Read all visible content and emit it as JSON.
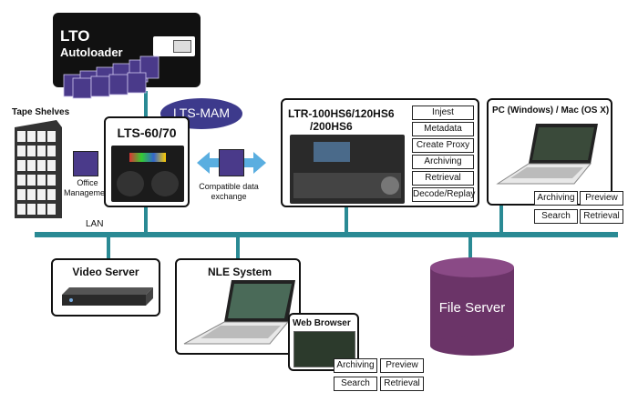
{
  "lto": {
    "title_line1": "LTO",
    "title_line2": "Autoloader"
  },
  "lts_mam": "LTS-MAM",
  "tape_shelves": "Tape Shelves",
  "office": {
    "line1": "Office",
    "line2": "Management"
  },
  "lts": {
    "title": "LTS-60/70"
  },
  "exchange": {
    "line1": "Compatible data",
    "line2": "exchange"
  },
  "ltr": {
    "title_line1": "LTR-100HS6/120HS6",
    "title_line2": "/200HS6",
    "functions": [
      "Injest",
      "Metadata",
      "Create Proxy",
      "Archiving",
      "Retrieval",
      "Decode/Replay"
    ]
  },
  "pc": {
    "title": "PC (Windows) / Mac (OS X)",
    "buttons": [
      "Archiving",
      "Preview",
      "Search",
      "Retrieval"
    ]
  },
  "lan": "LAN",
  "video_server": "Video Server",
  "nle": "NLE System",
  "web_browser": {
    "title": "Web Browser",
    "buttons": [
      "Archiving",
      "Preview",
      "Search",
      "Retrieval"
    ]
  },
  "file_server": "File Server",
  "colors": {
    "lan_line": "#2a8a94",
    "mam_badge": "#3d3a8c",
    "cartridge": "#4a3a8a",
    "file_server": "#6b3468",
    "arrow": "#5aaee0"
  }
}
